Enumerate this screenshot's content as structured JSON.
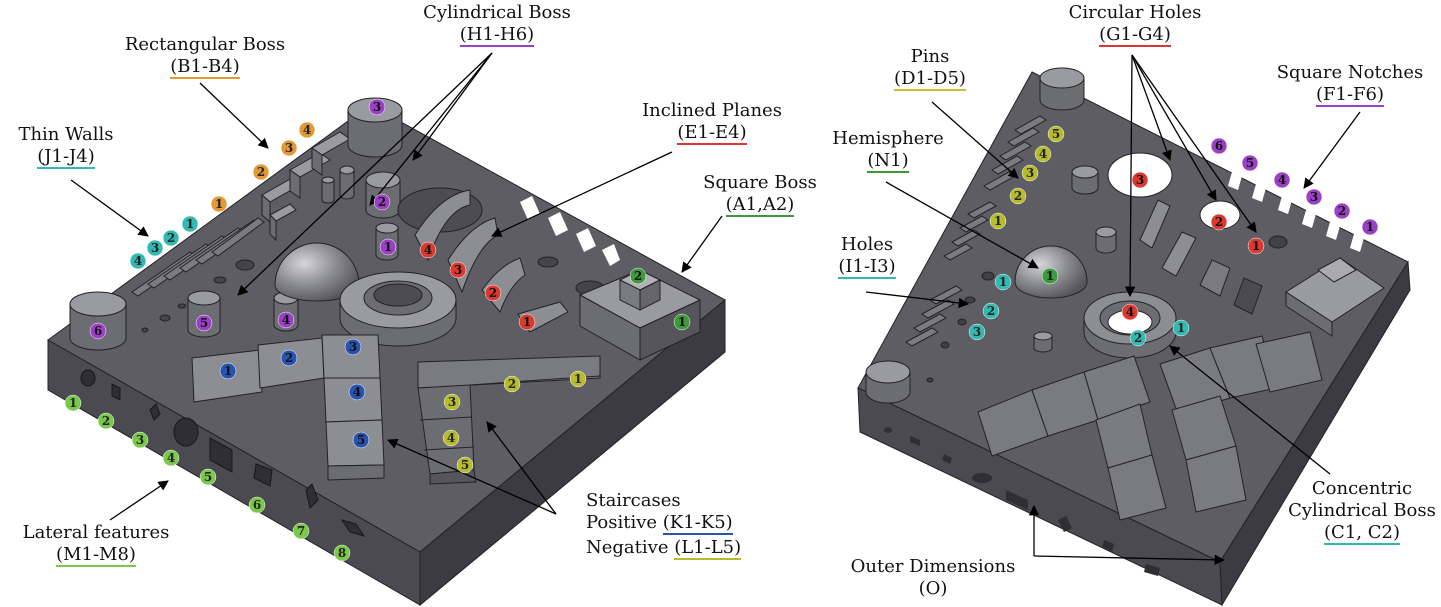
{
  "colors": {
    "base_top": "#5d5d63",
    "base_left": "#4a4a50",
    "base_right": "#3f3f45",
    "feature_top": "#8d8d94",
    "feature_side": "#6c6c73",
    "edge": "#222226",
    "orange": "#e39a36",
    "purple": "#9b3fc4",
    "red": "#d9392e",
    "yellow": "#cdbd2c",
    "green": "#3b9a3b",
    "teal": "#33b9b0",
    "blue": "#2853b0",
    "olive": "#b7bc2c",
    "lime": "#7ac94a"
  },
  "labels": {
    "rect_boss": {
      "title": "Rectangular Boss",
      "range": "(B1-B4)"
    },
    "cyl_boss": {
      "title": "Cylindrical Boss",
      "range": "(H1-H6)"
    },
    "thin_walls": {
      "title": "Thin Walls",
      "range": "(J1-J4)"
    },
    "inclined": {
      "title": "Inclined Planes",
      "range": "(E1-E4)"
    },
    "square_boss": {
      "title": "Square Boss",
      "range": "(A1,A2)"
    },
    "lateral": {
      "title": "Lateral features",
      "range": "(M1-M8)"
    },
    "staircases": {
      "title": "Staircases",
      "pos_label": "Positive",
      "pos_range": "(K1-K5)",
      "neg_label": "Negative",
      "neg_range": "(L1-L5)"
    },
    "pins": {
      "title": "Pins",
      "range": "(D1-D5)"
    },
    "circular_holes": {
      "title": "Circular Holes",
      "range": "(G1-G4)"
    },
    "square_notches": {
      "title": "Square Notches",
      "range": "(F1-F6)"
    },
    "hemisphere": {
      "title": "Hemisphere",
      "range": "(N1)"
    },
    "holes": {
      "title": "Holes",
      "range": "(I1-I3)"
    },
    "concentric": {
      "title1": "Concentric",
      "title2": "Cylindrical Boss",
      "range": "(C1, C2)"
    },
    "outer": {
      "title": "Outer Dimensions",
      "range": "(O)"
    }
  },
  "badges": {
    "b1": "1",
    "b2": "2",
    "b3": "3",
    "b4": "4",
    "h1": "1",
    "h2": "2",
    "h3": "3",
    "h4": "4",
    "h5": "5",
    "h6": "6",
    "j1": "1",
    "j2": "2",
    "j3": "3",
    "j4": "4",
    "e1": "1",
    "e2": "2",
    "e3": "3",
    "e4": "4",
    "a1": "1",
    "a2": "2",
    "k1": "1",
    "k2": "2",
    "k3": "3",
    "k4": "4",
    "k5": "5",
    "l1": "1",
    "l2": "2",
    "l3": "3",
    "l4": "4",
    "l5": "5",
    "m1": "1",
    "m2": "2",
    "m3": "3",
    "m4": "4",
    "m5": "5",
    "m6": "6",
    "m7": "7",
    "m8": "8",
    "d1": "1",
    "d2": "2",
    "d3": "3",
    "d4": "4",
    "d5": "5",
    "g1": "1",
    "g2": "2",
    "g3": "3",
    "g4": "4",
    "f1": "1",
    "f2": "2",
    "f3": "3",
    "f4": "4",
    "f5": "5",
    "f6": "6",
    "n1": "1",
    "i1": "1",
    "i2": "2",
    "i3": "3",
    "c1": "1",
    "c2": "2"
  }
}
